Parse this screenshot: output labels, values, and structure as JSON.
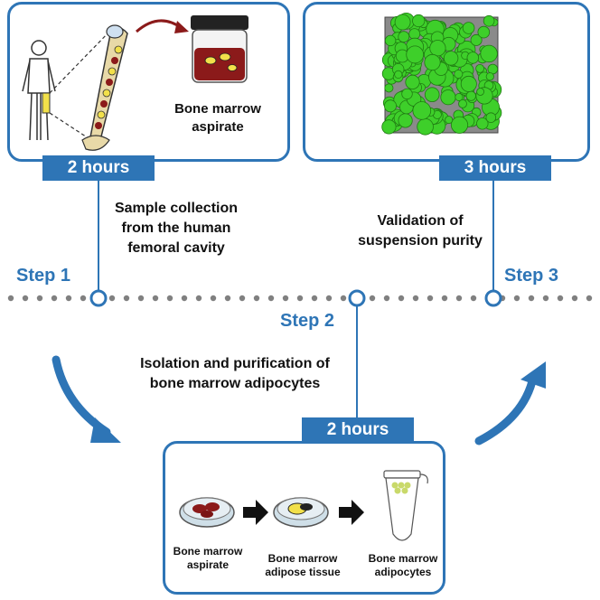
{
  "panels": {
    "step1": {
      "duration": "2 hours",
      "caption_line1": "Bone marrow",
      "caption_line2": "aspirate"
    },
    "step3": {
      "duration": "3 hours"
    },
    "step2": {
      "duration": "2 hours",
      "items": [
        {
          "line1": "Bone marrow",
          "line2": "aspirate"
        },
        {
          "line1": "Bone marrow",
          "line2": "adipose tissue"
        },
        {
          "line1": "Bone marrow",
          "line2": "adipocytes"
        }
      ]
    }
  },
  "timeline": {
    "step1_label": "Step 1",
    "step2_label": "Step 2",
    "step3_label": "Step 3",
    "step1_desc": [
      "Sample collection",
      "from the human",
      "femoral cavity"
    ],
    "step2_desc": [
      "Isolation and purification of",
      "bone marrow adipocytes"
    ],
    "step3_desc": [
      "Validation of",
      "suspension purity"
    ]
  },
  "colors": {
    "accent": "#2e75b6",
    "dots": "#808080",
    "cells": "#3ecf2a",
    "marrow_red": "#8b1a1a",
    "marrow_yellow": "#f2e04a"
  }
}
